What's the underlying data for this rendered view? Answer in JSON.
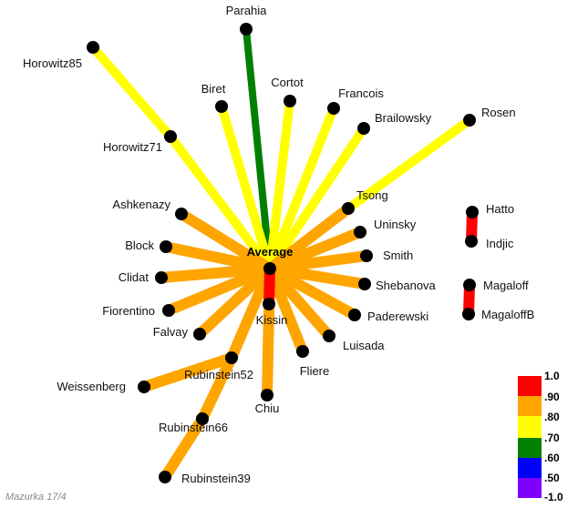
{
  "caption": "Mazurka 17/4",
  "center_label": "Average",
  "colors": {
    "r100": "#ff0000",
    "r90": "#ffa500",
    "r80": "#ffff00",
    "r70": "#008000",
    "r60": "#0000ff",
    "r50": "#8000ff",
    "node": "#000000"
  },
  "legend": {
    "labels": [
      "1.0",
      ".90",
      ".80",
      ".70",
      ".60",
      ".50",
      "-1.0"
    ]
  },
  "nodes": {
    "parahia": "Parahia",
    "horowitz85": "Horowitz85",
    "biret": "Biret",
    "cortot": "Cortot",
    "francois": "Francois",
    "brailowsky": "Brailowsky",
    "rosen": "Rosen",
    "horowitz71": "Horowitz71",
    "tsong": "Tsong",
    "ashkenazy": "Ashkenazy",
    "uninsky": "Uninsky",
    "hatto": "Hatto",
    "block": "Block",
    "smith": "Smith",
    "indjic": "Indjic",
    "clidat": "Clidat",
    "shebanova": "Shebanova",
    "magaloff": "Magaloff",
    "fiorentino": "Fiorentino",
    "kissin": "Kissin",
    "paderewski": "Paderewski",
    "magaloffb": "MagaloffB",
    "falvay": "Falvay",
    "luisada": "Luisada",
    "fliere": "Fliere",
    "rubinstein52": "Rubinstein52",
    "weissenberg": "Weissenberg",
    "chiu": "Chiu",
    "rubinstein66": "Rubinstein66",
    "rubinstein39": "Rubinstein39"
  }
}
